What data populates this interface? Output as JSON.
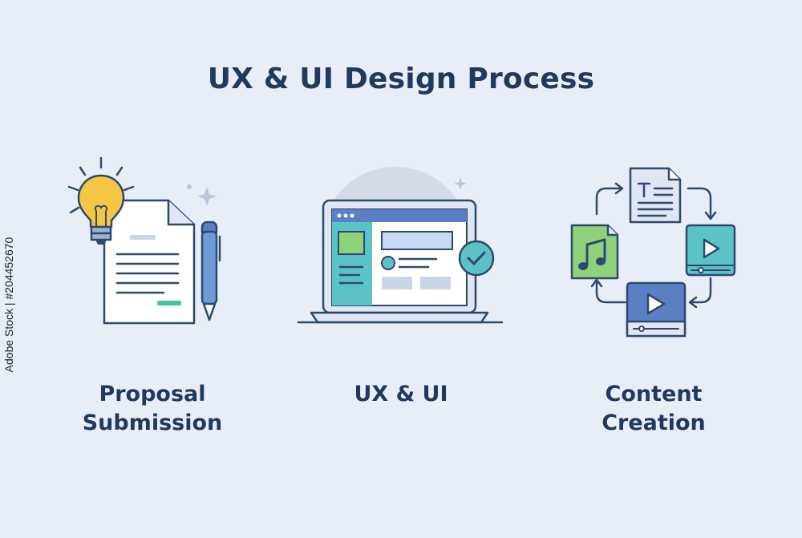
{
  "title": "UX & UI Design Process",
  "steps": [
    {
      "line1": "Proposal",
      "line2": "Submission",
      "icon": "lightbulb-document-pen-icon"
    },
    {
      "line1": "UX & UI",
      "line2": "",
      "icon": "laptop-checkmark-icon"
    },
    {
      "line1": "Content",
      "line2": "Creation",
      "icon": "media-cycle-icon"
    }
  ],
  "side_caption": "Adobe Stock | #204452670",
  "colors": {
    "background": "#e8eef7",
    "text": "#1f3a5c",
    "outline": "#2d4a6e",
    "yellow": "#f5c643",
    "blue": "#6c9ad6",
    "teal": "#5bc2c7",
    "green": "#8fd27b"
  }
}
